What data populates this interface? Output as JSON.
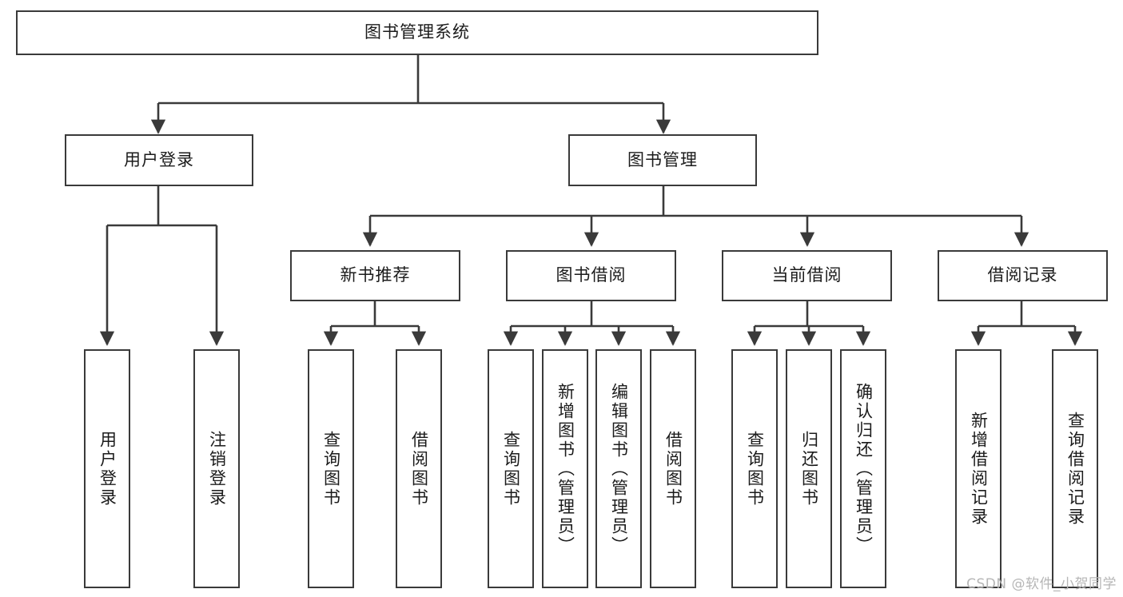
{
  "diagram": {
    "type": "tree-hierarchy",
    "title": "图书管理系统",
    "watermark": "CSDN @软件_小贺同学",
    "colors": {
      "box_border": "#3a3a3a",
      "box_fill": "#ffffff",
      "edge": "#3a3a3a",
      "text": "#1b1b1b",
      "watermark": "#b6b6b6",
      "background": "#ffffff"
    },
    "root": {
      "label": "图书管理系统",
      "id": "root-book-management-system"
    },
    "level2": [
      {
        "id": "user-login",
        "label": "用户登录"
      },
      {
        "id": "book-management",
        "label": "图书管理"
      }
    ],
    "level3": [
      {
        "id": "new-book-recommend",
        "label": "新书推荐",
        "parent": "book-management"
      },
      {
        "id": "book-borrow",
        "label": "图书借阅",
        "parent": "book-management"
      },
      {
        "id": "current-borrow",
        "label": "当前借阅",
        "parent": "book-management"
      },
      {
        "id": "borrow-record",
        "label": "借阅记录",
        "parent": "book-management"
      }
    ],
    "leaves": {
      "user-login": [
        {
          "id": "leaf-user-login",
          "label": "用户登录"
        },
        {
          "id": "leaf-user-logout",
          "label": "注销登录"
        }
      ],
      "new-book-recommend": [
        {
          "id": "leaf-query-book-1",
          "label": "查询图书"
        },
        {
          "id": "leaf-borrow-book-1",
          "label": "借阅图书"
        }
      ],
      "book-borrow": [
        {
          "id": "leaf-query-book-2",
          "label": "查询图书"
        },
        {
          "id": "leaf-add-book-admin",
          "label": "新增图书（管理员）"
        },
        {
          "id": "leaf-edit-book-admin",
          "label": "编辑图书（管理员）"
        },
        {
          "id": "leaf-borrow-book-2",
          "label": "借阅图书"
        }
      ],
      "current-borrow": [
        {
          "id": "leaf-query-book-3",
          "label": "查询图书"
        },
        {
          "id": "leaf-return-book",
          "label": "归还图书"
        },
        {
          "id": "leaf-confirm-return-admin",
          "label": "确认归还（管理员）"
        }
      ],
      "borrow-record": [
        {
          "id": "leaf-add-borrow-record",
          "label": "新增借阅记录"
        },
        {
          "id": "leaf-query-borrow-record",
          "label": "查询借阅记录"
        }
      ]
    }
  }
}
